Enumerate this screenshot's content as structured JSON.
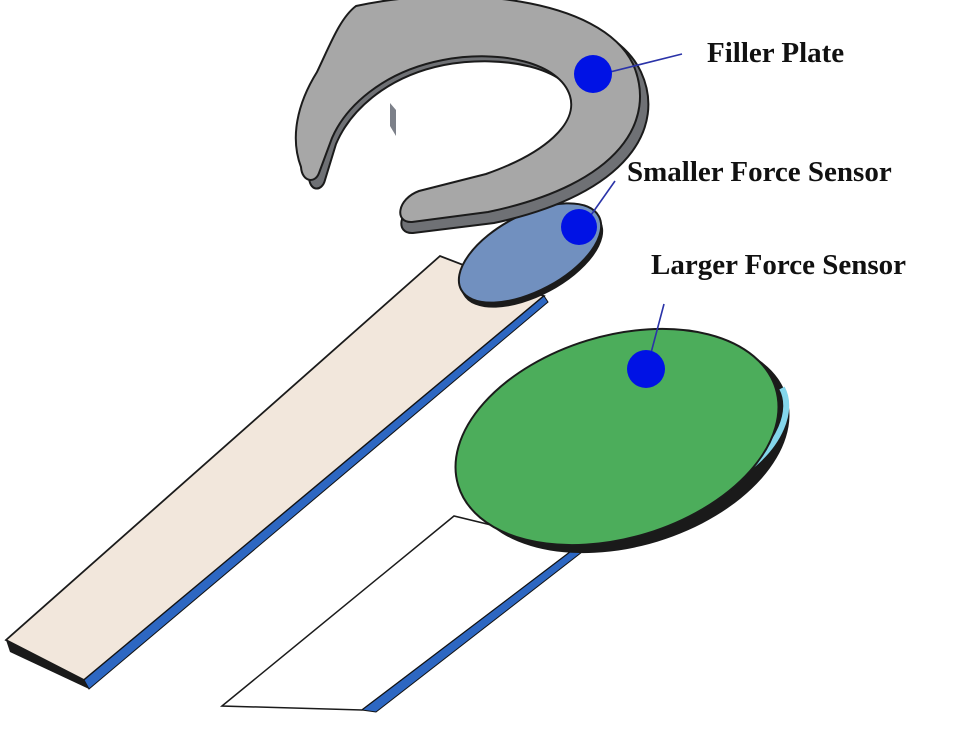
{
  "labels": {
    "filler_plate": "Filler Plate",
    "smaller_force_sensor": "Smaller Force Sensor",
    "larger_force_sensor": "Larger Force Sensor"
  },
  "colors": {
    "background": "#ffffff",
    "filler_plate_top": "#a7a7a7",
    "filler_plate_side": "#6f7175",
    "smaller_sensor_top": "#7190bf",
    "smaller_sensor_tail": "#f2e7dc",
    "larger_sensor_top": "#4cad5b",
    "tail_edge_blue": "#2d67c2",
    "marker_dot": "#0012e5",
    "leader_line": "#2a33a8",
    "outline": "#1b1b1b"
  }
}
